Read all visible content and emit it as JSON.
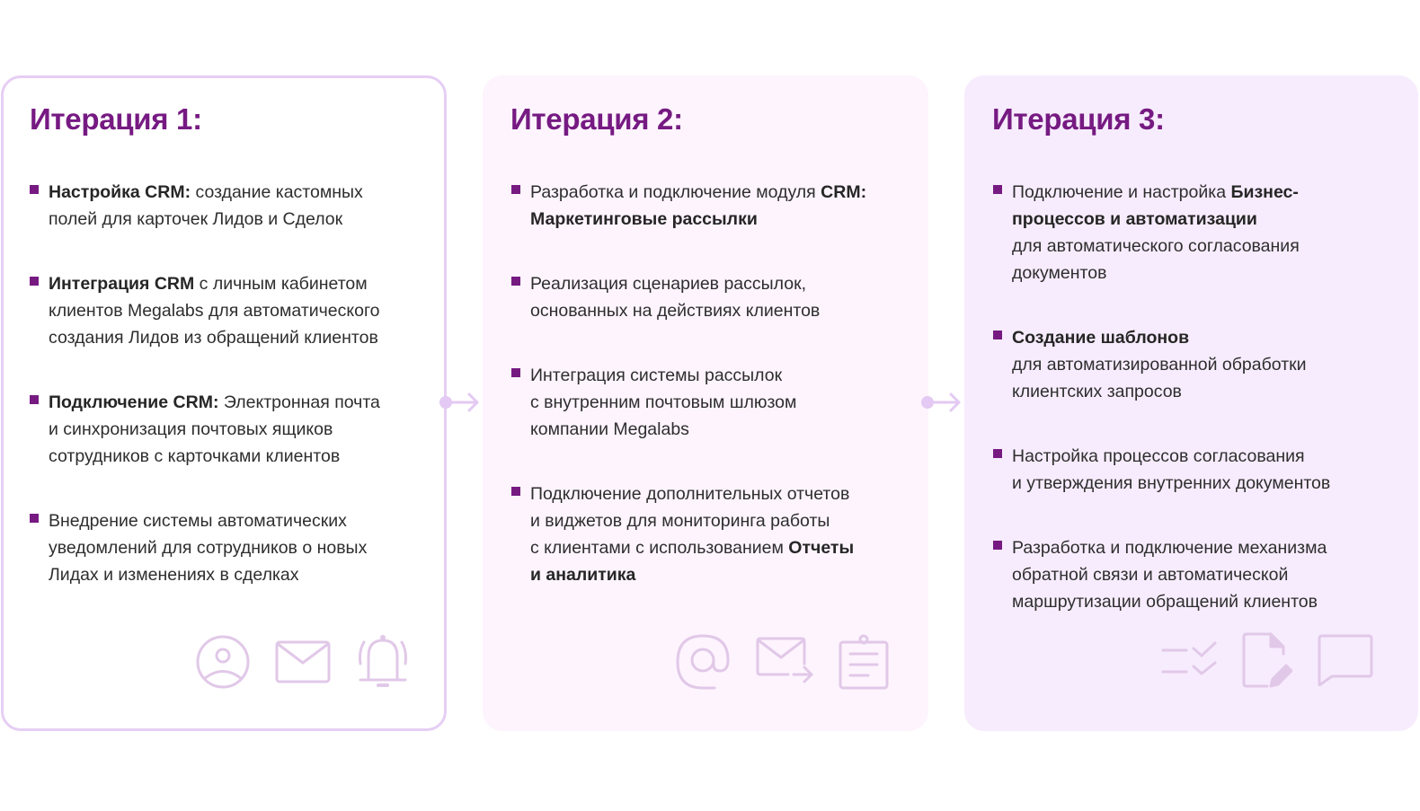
{
  "colors": {
    "accent": "#761a82",
    "icon_stroke": "#e1c8e8",
    "connector": "#e3c9f3",
    "card1_border": "#e6cef4",
    "card2_bg": "#fdf4fd",
    "card3_bg": "#f7ecfd"
  },
  "iterations": [
    {
      "title": "Итерация 1:",
      "items": [
        {
          "lines": [
            [
              {
                "b": "Настройка CRM:"
              },
              {
                "t": " создание кастомных"
              }
            ],
            [
              {
                "t": "полей для карточек Лидов и Сделок"
              }
            ]
          ]
        },
        {
          "lines": [
            [
              {
                "b": "Интеграция CRM"
              },
              {
                "t": " с личным кабинетом"
              }
            ],
            [
              {
                "t": "клиентов Megalabs для автоматического"
              }
            ],
            [
              {
                "t": "создания Лидов из обращений клиентов"
              }
            ]
          ]
        },
        {
          "lines": [
            [
              {
                "b": "Подключение CRM:"
              },
              {
                "t": " Электронная почта"
              }
            ],
            [
              {
                "t": "и синхронизация почтовых ящиков"
              }
            ],
            [
              {
                "t": "сотрудников с карточками клиентов"
              }
            ]
          ]
        },
        {
          "lines": [
            [
              {
                "t": "Внедрение системы автоматических"
              }
            ],
            [
              {
                "t": "уведомлений для сотрудников о новых"
              }
            ],
            [
              {
                "t": "Лидах и изменениях в сделках"
              }
            ]
          ]
        }
      ],
      "icons": [
        "user-circle-icon",
        "envelope-icon",
        "bell-ringing-icon"
      ]
    },
    {
      "title": "Итерация 2:",
      "items": [
        {
          "lines": [
            [
              {
                "t": "Разработка и подключение модуля "
              },
              {
                "b": "CRM:"
              }
            ],
            [
              {
                "b": "Маркетинговые рассылки"
              }
            ]
          ]
        },
        {
          "lines": [
            [
              {
                "t": "Реализация сценариев рассылок,"
              }
            ],
            [
              {
                "t": "основанных на действиях клиентов"
              }
            ]
          ]
        },
        {
          "lines": [
            [
              {
                "t": "Интеграция системы рассылок"
              }
            ],
            [
              {
                "t": "с внутренним почтовым шлюзом"
              }
            ],
            [
              {
                "t": "компании Megalabs"
              }
            ]
          ]
        },
        {
          "lines": [
            [
              {
                "t": "Подключение дополнительных отчетов"
              }
            ],
            [
              {
                "t": "и виджетов для мониторинга работы"
              }
            ],
            [
              {
                "t": "с клиентами с использованием "
              },
              {
                "b": "Отчеты"
              }
            ],
            [
              {
                "b": "и аналитика"
              }
            ]
          ]
        }
      ],
      "icons": [
        "at-sign-icon",
        "mail-forward-icon",
        "clipboard-icon"
      ]
    },
    {
      "title": "Итерация 3:",
      "items": [
        {
          "lines": [
            [
              {
                "t": "Подключение и настройка "
              },
              {
                "b": "Бизнес-"
              }
            ],
            [
              {
                "b": "процессов и автоматизации"
              }
            ],
            [
              {
                "t": "для автоматического согласования"
              }
            ],
            [
              {
                "t": "документов"
              }
            ]
          ]
        },
        {
          "lines": [
            [
              {
                "b": "Создание шаблонов"
              }
            ],
            [
              {
                "t": "для автоматизированной обработки"
              }
            ],
            [
              {
                "t": "клиентских запросов"
              }
            ]
          ]
        },
        {
          "lines": [
            [
              {
                "t": "Настройка процессов согласования"
              }
            ],
            [
              {
                "t": "и утверждения внутренних документов"
              }
            ]
          ]
        },
        {
          "lines": [
            [
              {
                "t": "Разработка и подключение механизма"
              }
            ],
            [
              {
                "t": "обратной связи и автоматической"
              }
            ],
            [
              {
                "t": "маршрутизации обращений клиентов"
              }
            ]
          ]
        }
      ],
      "icons": [
        "checklist-icon",
        "document-edit-icon",
        "chat-bubble-icon"
      ]
    }
  ]
}
